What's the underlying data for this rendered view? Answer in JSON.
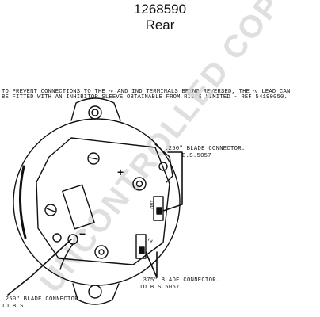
{
  "header": {
    "part_number": "1268590",
    "view": "Rear"
  },
  "note": {
    "line1": "TO PREVENT CONNECTIONS TO THE ∿ AND IND TERMINALS BEING REVERSED, THE ∿ LEAD CAN",
    "line2": "BE FITTED WITH AN INHIBITOR SLEEVE OBTAINABLE FROM RISTS LIMITED - REF 54190050."
  },
  "labels": {
    "conn_250_top_1": ".250\" BLADE CONNECTOR.",
    "conn_250_top_2": "B.S.5057",
    "conn_375_1": ".375\" BLADE CONNECTOR.",
    "conn_375_2": "TO B.S.5057",
    "conn_250_bottom_1": ".250\" BLADE CONNECTOR.",
    "conn_250_bottom_2": "TO B.S."
  },
  "terminals": {
    "ind": "IND",
    "ac": "∿",
    "plus": "+",
    "minus": "−"
  },
  "watermark": {
    "text": "UNCONTROLLED COPY",
    "color": "#d9d9d9"
  }
}
